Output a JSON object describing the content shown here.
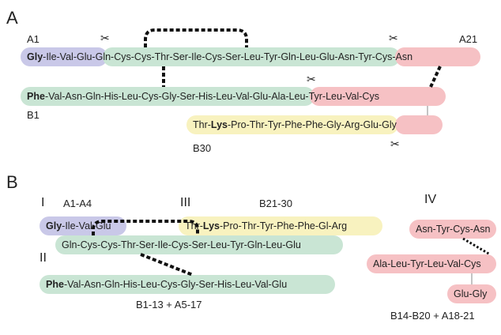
{
  "panels": {
    "a": "A",
    "b": "B"
  },
  "a": {
    "a1": "A1",
    "a21": "A21",
    "b1": "B1",
    "b30": "B30",
    "chain_a": {
      "gly": "Gly",
      "rest": "-Ile-Val-Glu-",
      "mid": "Gln-Cys-Cys-Thr-Ser-Ile-Cys-Ser-Leu-Tyr-Gln-Leu-Glu-",
      "end": "Asn-Tyr-Cys-Asn"
    },
    "chain_b": {
      "phe": "Phe",
      "mid": "-Val-Asn-Gln-His-Leu-Cys-Gly-Ser-His-Leu-Val-Glu-",
      "end": "Ala-Leu-Tyr-Leu-Val-Cys"
    },
    "chain_b2": {
      "thr": "Thr-",
      "lys": "Lys",
      "rest": "-Pro-Thr-Tyr-Phe-Phe-Gly-Arg-",
      "end": "Glu-Gly"
    },
    "scissor_icon": "scissors-icon"
  },
  "b": {
    "I": "I",
    "II": "II",
    "III": "III",
    "IV": "IV",
    "a1a4": "A1-A4",
    "b2130": "B21-30",
    "frag1": {
      "gly": "Gly",
      "rest": "-Ile-Val-Glu"
    },
    "frag3": {
      "thr": "Thr-",
      "lys": "Lys",
      "rest": "-Pro-Thr-Tyr-Phe-Phe-Gl-Arg"
    },
    "frag2a": "Gln-Cys-Cys-Thr-Ser-Ile-Cys-Ser-Leu-Tyr-Gln-Leu-Glu",
    "frag2b": {
      "phe": "Phe",
      "rest": "-Val-Asn-Gln-His-Leu-Cys-Gly-Ser-His-Leu-Val-Glu"
    },
    "frag4": {
      "top": "Asn-Tyr-Cys-Asn",
      "mid": "Ala-Leu-Tyr-Leu-Val-Cys",
      "bot": "Glu-Gly"
    },
    "cap2": "B1-13 + A5-17",
    "cap4": "B14-B20 + A18-21"
  },
  "colors": {
    "purple": "#c9c8e8",
    "green": "#c9e5d4",
    "pink": "#f6c1c4",
    "yellow": "#f8f2bf"
  }
}
